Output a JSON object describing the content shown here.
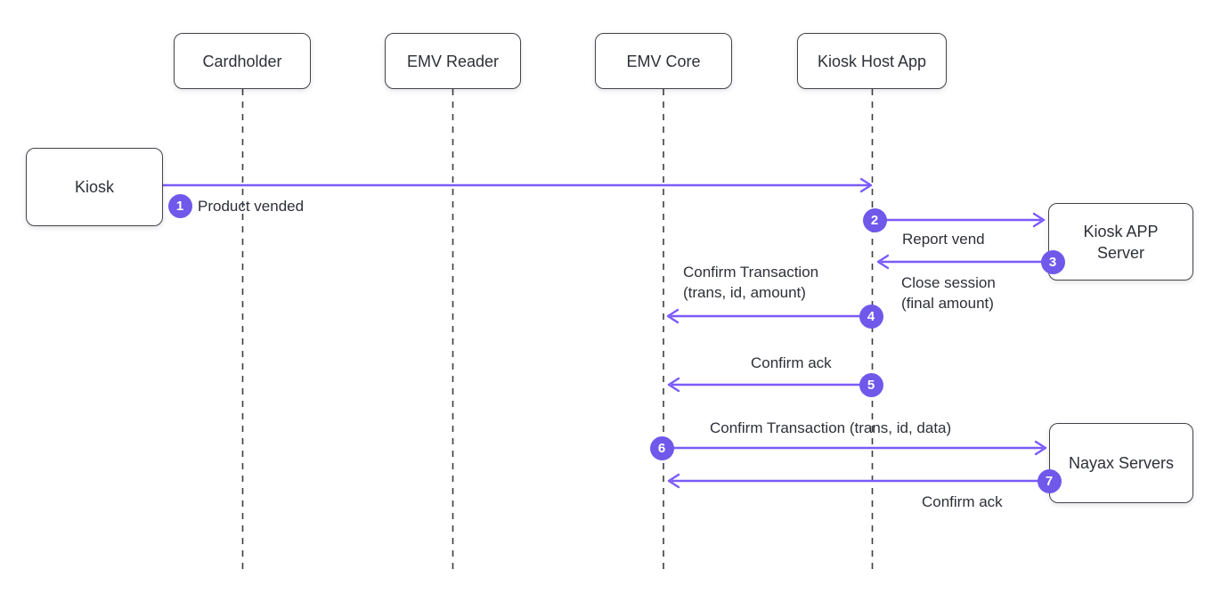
{
  "colors": {
    "accent": "#7b5bfa",
    "badge": "#6f58ea",
    "ink": "#2e3038",
    "line": "#3d3d44"
  },
  "participants": [
    {
      "label": "Cardholder"
    },
    {
      "label": "EMV Reader"
    },
    {
      "label": "EMV Core"
    },
    {
      "label": "Kiosk Host App"
    }
  ],
  "nodes": {
    "kiosk": {
      "label": "Kiosk"
    },
    "kiosk_app_server": {
      "label": "Kiosk APP Server"
    },
    "nayax_servers": {
      "label": "Nayax Servers"
    }
  },
  "messages": [
    {
      "num": "1",
      "label": "Product vended"
    },
    {
      "num": "2",
      "label": "Report vend"
    },
    {
      "num": "3",
      "label": "Close session",
      "label2": "(final amount)"
    },
    {
      "num": "4",
      "label": "Confirm Transaction",
      "label2": "(trans, id, amount)"
    },
    {
      "num": "5",
      "label": "Confirm ack"
    },
    {
      "num": "6",
      "label": "Confirm Transaction (trans, id, data)"
    },
    {
      "num": "7",
      "label": "Confirm ack"
    }
  ]
}
